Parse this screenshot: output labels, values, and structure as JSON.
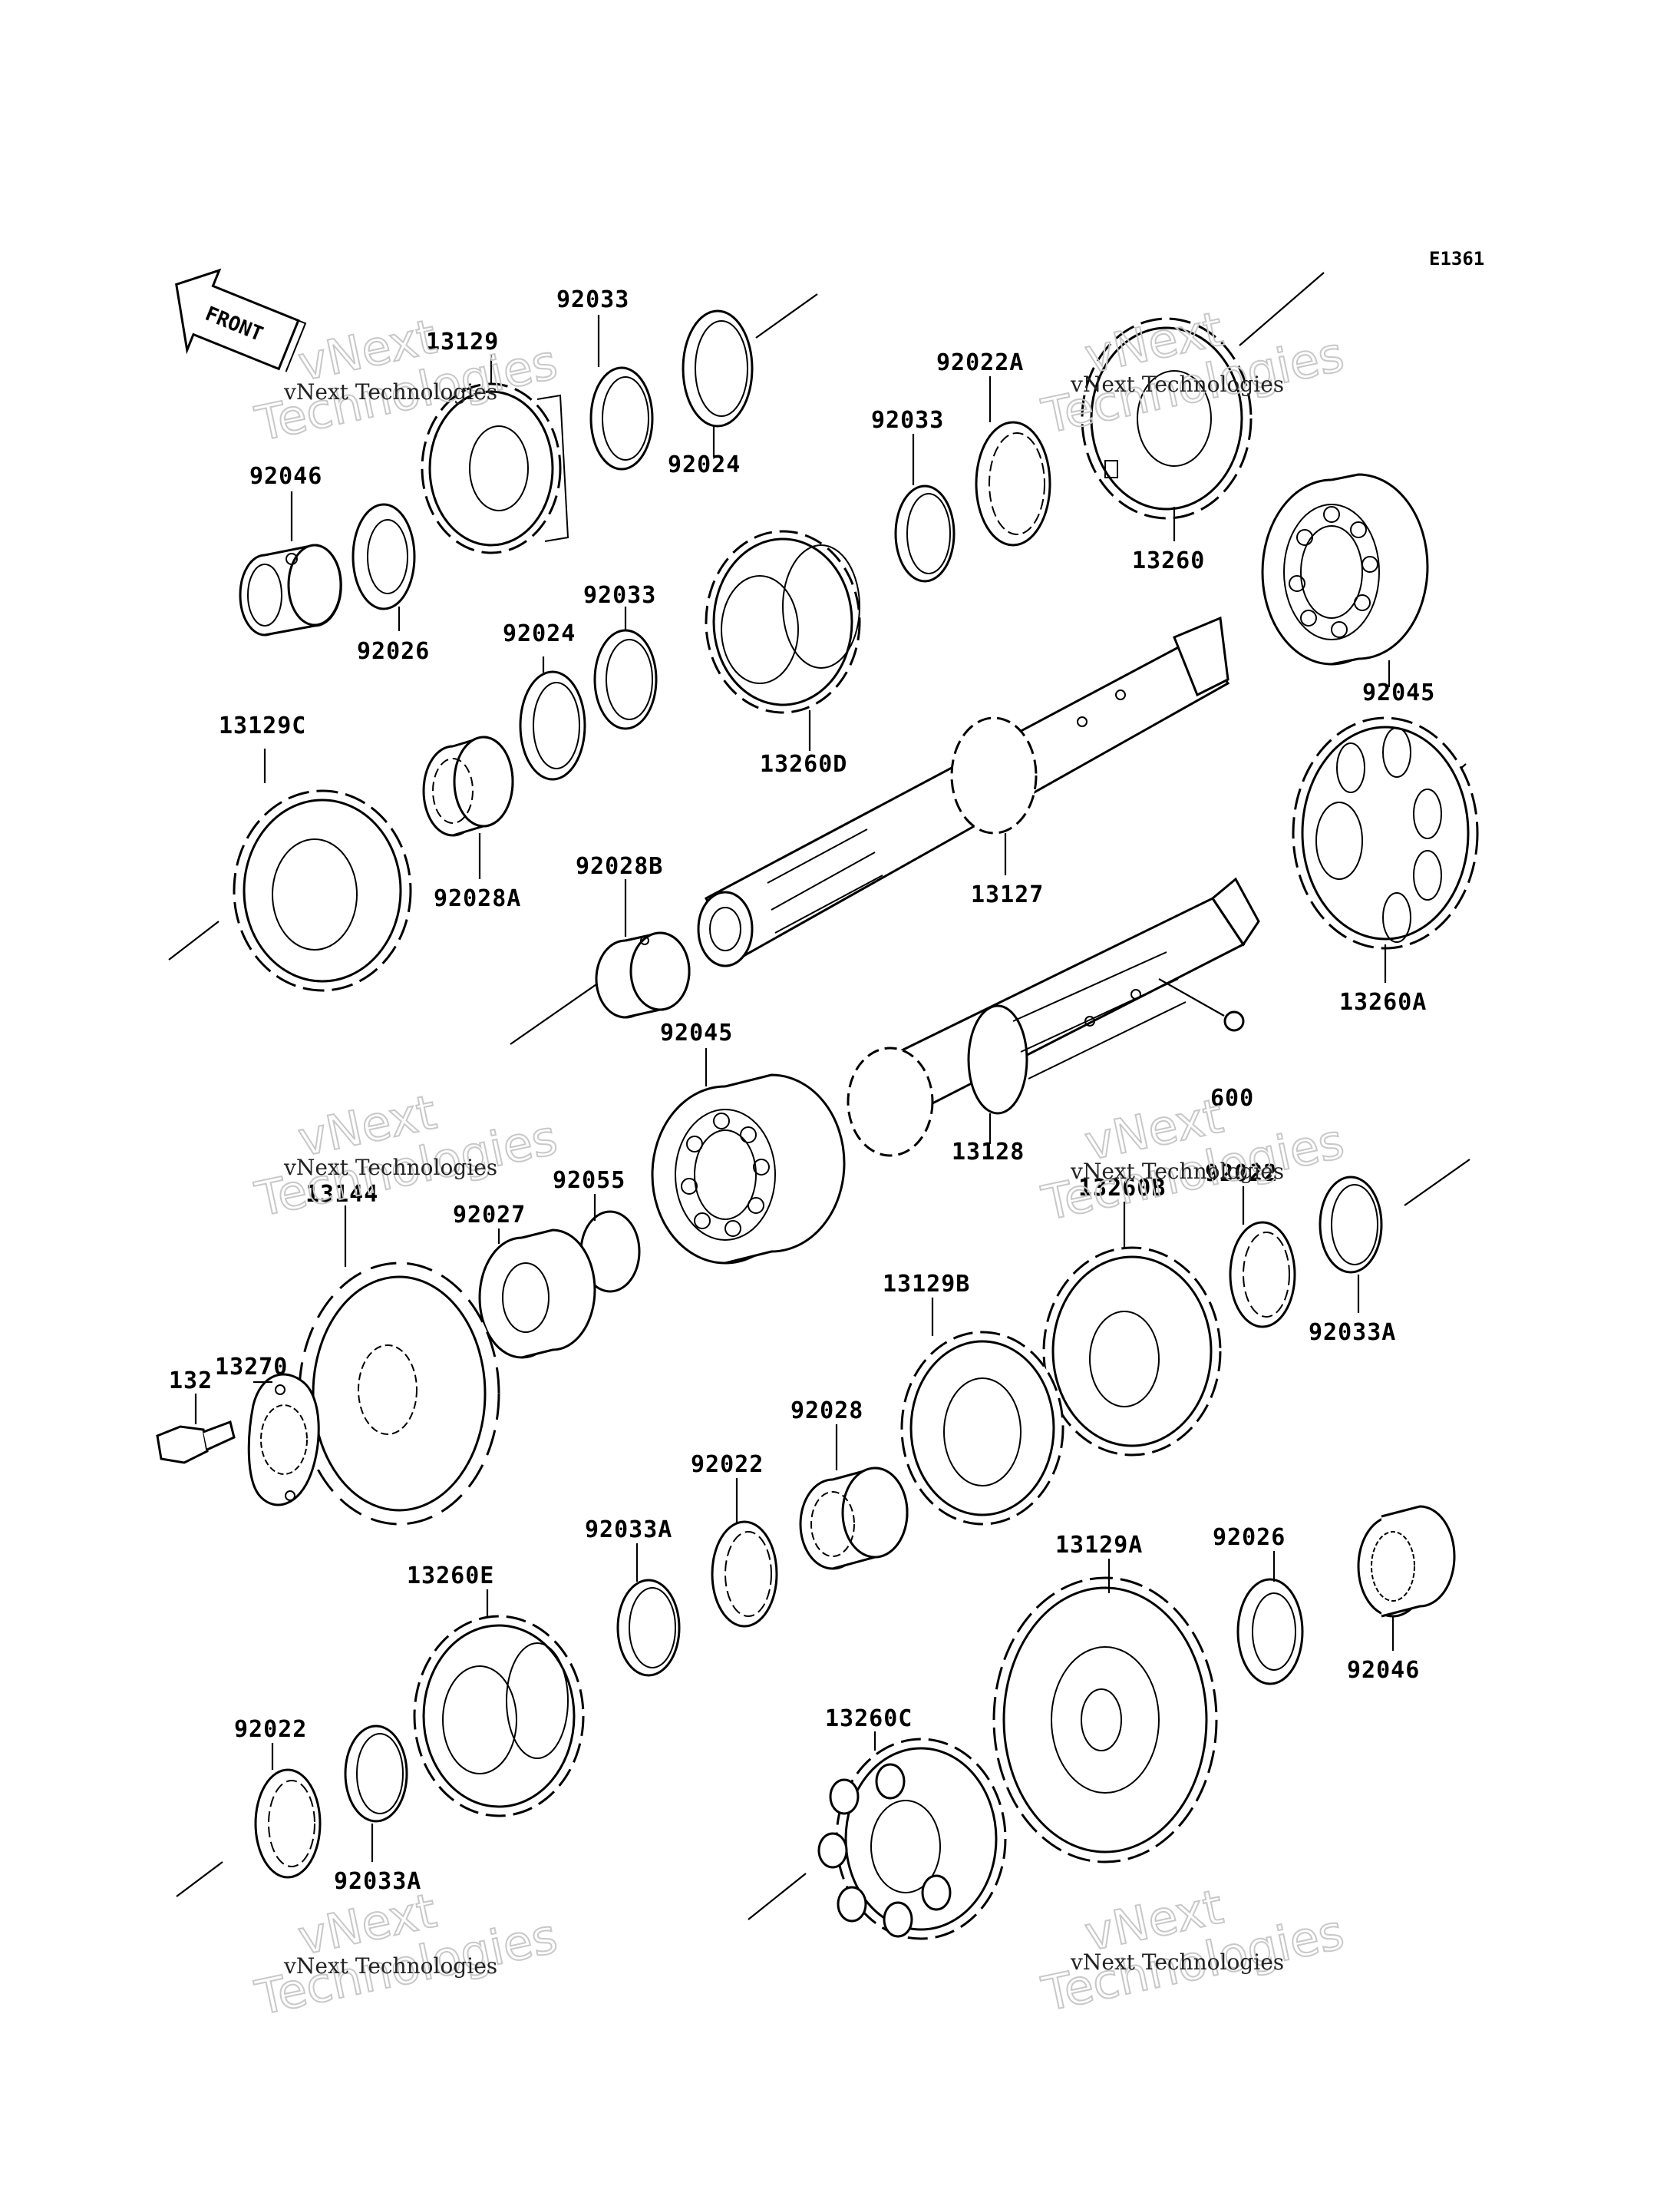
{
  "diagram_code": "E1361",
  "front_label": "FRONT",
  "watermark": {
    "small": "vNext Technologies",
    "big_line1": "vNext",
    "big_line2": "Technologies"
  },
  "parts": [
    {
      "id": "p92033_top",
      "label": "92033"
    },
    {
      "id": "p13129",
      "label": "13129"
    },
    {
      "id": "p92046_top",
      "label": "92046"
    },
    {
      "id": "p92026_top",
      "label": "92026"
    },
    {
      "id": "p92024_top",
      "label": "92024"
    },
    {
      "id": "p92022A",
      "label": "92022A"
    },
    {
      "id": "p92033_mid",
      "label": "92033"
    },
    {
      "id": "p13260",
      "label": "13260"
    },
    {
      "id": "p92033_c",
      "label": "92033"
    },
    {
      "id": "p92024_c",
      "label": "92024"
    },
    {
      "id": "p13260D",
      "label": "13260D"
    },
    {
      "id": "p92045_r",
      "label": "92045"
    },
    {
      "id": "p13129C",
      "label": "13129C"
    },
    {
      "id": "p92028A",
      "label": "92028A"
    },
    {
      "id": "p92028B",
      "label": "92028B"
    },
    {
      "id": "p13127",
      "label": "13127"
    },
    {
      "id": "p13260A",
      "label": "13260A"
    },
    {
      "id": "p92045_m",
      "label": "92045"
    },
    {
      "id": "p600",
      "label": "600"
    },
    {
      "id": "p13128",
      "label": "13128"
    },
    {
      "id": "p92055",
      "label": "92055"
    },
    {
      "id": "p92027",
      "label": "92027"
    },
    {
      "id": "p13144",
      "label": "13144"
    },
    {
      "id": "p13260B",
      "label": "13260B"
    },
    {
      "id": "p92022_r",
      "label": "92022"
    },
    {
      "id": "p92033A_r",
      "label": "92033A"
    },
    {
      "id": "p13270",
      "label": "13270"
    },
    {
      "id": "p132",
      "label": "132"
    },
    {
      "id": "p13129B",
      "label": "13129B"
    },
    {
      "id": "p92028",
      "label": "92028"
    },
    {
      "id": "p92022_m",
      "label": "92022"
    },
    {
      "id": "p92033A_m",
      "label": "92033A"
    },
    {
      "id": "p13129A",
      "label": "13129A"
    },
    {
      "id": "p92026_b",
      "label": "92026"
    },
    {
      "id": "p92046_b",
      "label": "92046"
    },
    {
      "id": "p13260E",
      "label": "13260E"
    },
    {
      "id": "p13260C",
      "label": "13260C"
    },
    {
      "id": "p92022_b",
      "label": "92022"
    },
    {
      "id": "p92033A_b",
      "label": "92033A"
    }
  ]
}
